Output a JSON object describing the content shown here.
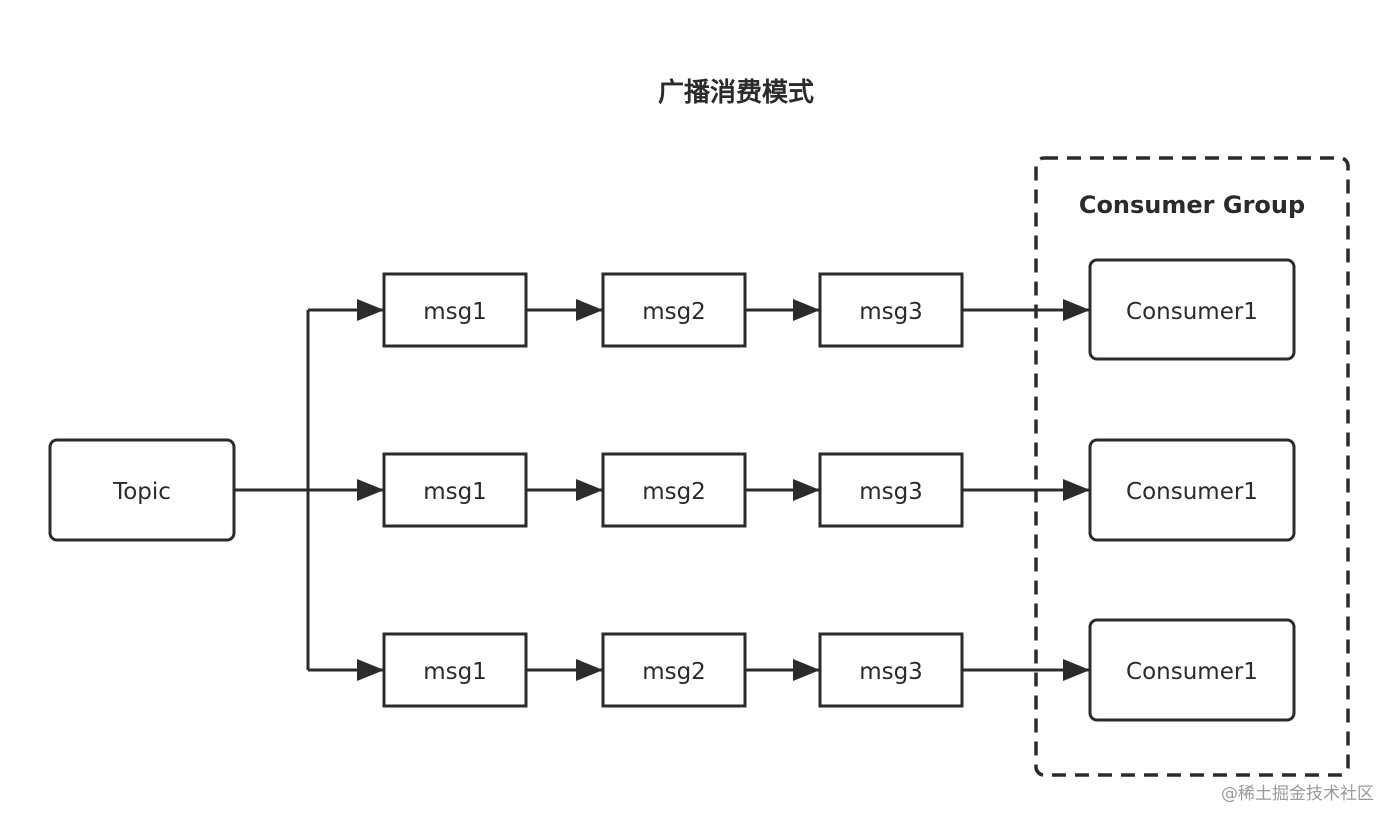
{
  "title": "广播消费模式",
  "group": {
    "label": "Consumer Group"
  },
  "source": {
    "label": "Topic"
  },
  "rows": [
    {
      "messages": [
        "msg1",
        "msg2",
        "msg3"
      ],
      "consumer": "Consumer1"
    },
    {
      "messages": [
        "msg1",
        "msg2",
        "msg3"
      ],
      "consumer": "Consumer1"
    },
    {
      "messages": [
        "msg1",
        "msg2",
        "msg3"
      ],
      "consumer": "Consumer1"
    }
  ],
  "watermark": "@稀土掘金技术社区",
  "colors": {
    "stroke": "#2b2b2b",
    "background": "#ffffff",
    "watermark": "#9a9a9a"
  }
}
